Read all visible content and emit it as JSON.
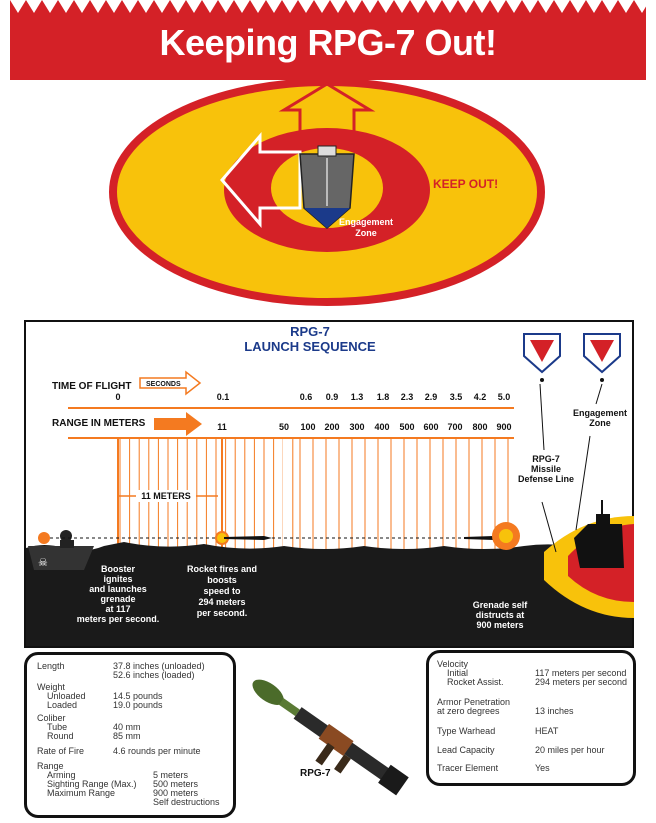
{
  "title": "Keeping RPG-7 Out!",
  "zone": {
    "keep_out": "KEEP OUT!",
    "engagement_line1": "Engagement",
    "engagement_line2": "Zone"
  },
  "diagram": {
    "heading1": "RPG-7",
    "heading2": "LAUNCH SEQUENCE",
    "time_label": "TIME OF FLIGHT",
    "seconds_label": "SECONDS",
    "range_label": "RANGE IN METERS",
    "time_ticks": [
      "0",
      "0.1",
      "0.6",
      "0.9",
      "1.3",
      "1.8",
      "2.3",
      "2.9",
      "3.5",
      "4.2",
      "5.0"
    ],
    "range_ticks": [
      "11",
      "50",
      "100",
      "200",
      "300",
      "400",
      "500",
      "600",
      "700",
      "800",
      "900"
    ],
    "eleven_meters": "11 METERS",
    "booster_text": [
      "Booster",
      "ignites",
      "and launches",
      "grenade",
      "at 117",
      "meters per second."
    ],
    "rocket_text": [
      "Rocket fires and",
      "boosts",
      "speed to",
      "294 meters",
      "per second."
    ],
    "self_destruct_text": [
      "Grenade self",
      "distructs at",
      "900 meters"
    ],
    "defense_line_text": [
      "RPG-7",
      "Missile",
      "Defense Line"
    ],
    "engagement_text": [
      "Engagement",
      "Zone"
    ]
  },
  "left_specs": {
    "length_label": "Length",
    "length_values": [
      "37.8 inches (unloaded)",
      "52.6 inches (loaded)"
    ],
    "weight_label": "Weight",
    "weight_rows": [
      [
        "Unloaded",
        "14.5 pounds"
      ],
      [
        "Loaded",
        "19.0 pounds"
      ]
    ],
    "caliber_label": "Coliber",
    "caliber_rows": [
      [
        "Tube",
        "40 mm"
      ],
      [
        "Round",
        "85 mm"
      ]
    ],
    "rate_label": "Rate of Fire",
    "rate_value": "4.6 rounds per minute",
    "range_label": "Range",
    "range_rows": [
      [
        "Arming",
        "5 meters"
      ],
      [
        "Sighting Range (Max.)",
        "500 meters"
      ],
      [
        "Maximum Range",
        "900 meters"
      ],
      [
        "",
        "Self destructions"
      ]
    ]
  },
  "weapon_label": "RPG-7",
  "right_specs": {
    "velocity_label": "Velocity",
    "velocity_rows": [
      [
        "Initial",
        "117 meters per second"
      ],
      [
        "Rocket Assist.",
        "294 meters per second"
      ]
    ],
    "armor_label1": "Armor Penetration",
    "armor_label2": "at zero degrees",
    "armor_value": "13 inches",
    "warhead_label": "Type Warhead",
    "warhead_value": "HEAT",
    "lead_label": "Lead Capacity",
    "lead_value": "20 miles per hour",
    "tracer_label": "Tracer Element",
    "tracer_value": "Yes"
  },
  "colors": {
    "red": "#d42127",
    "yellow": "#f8c20b",
    "orange": "#f47a20",
    "black": "#111111"
  }
}
